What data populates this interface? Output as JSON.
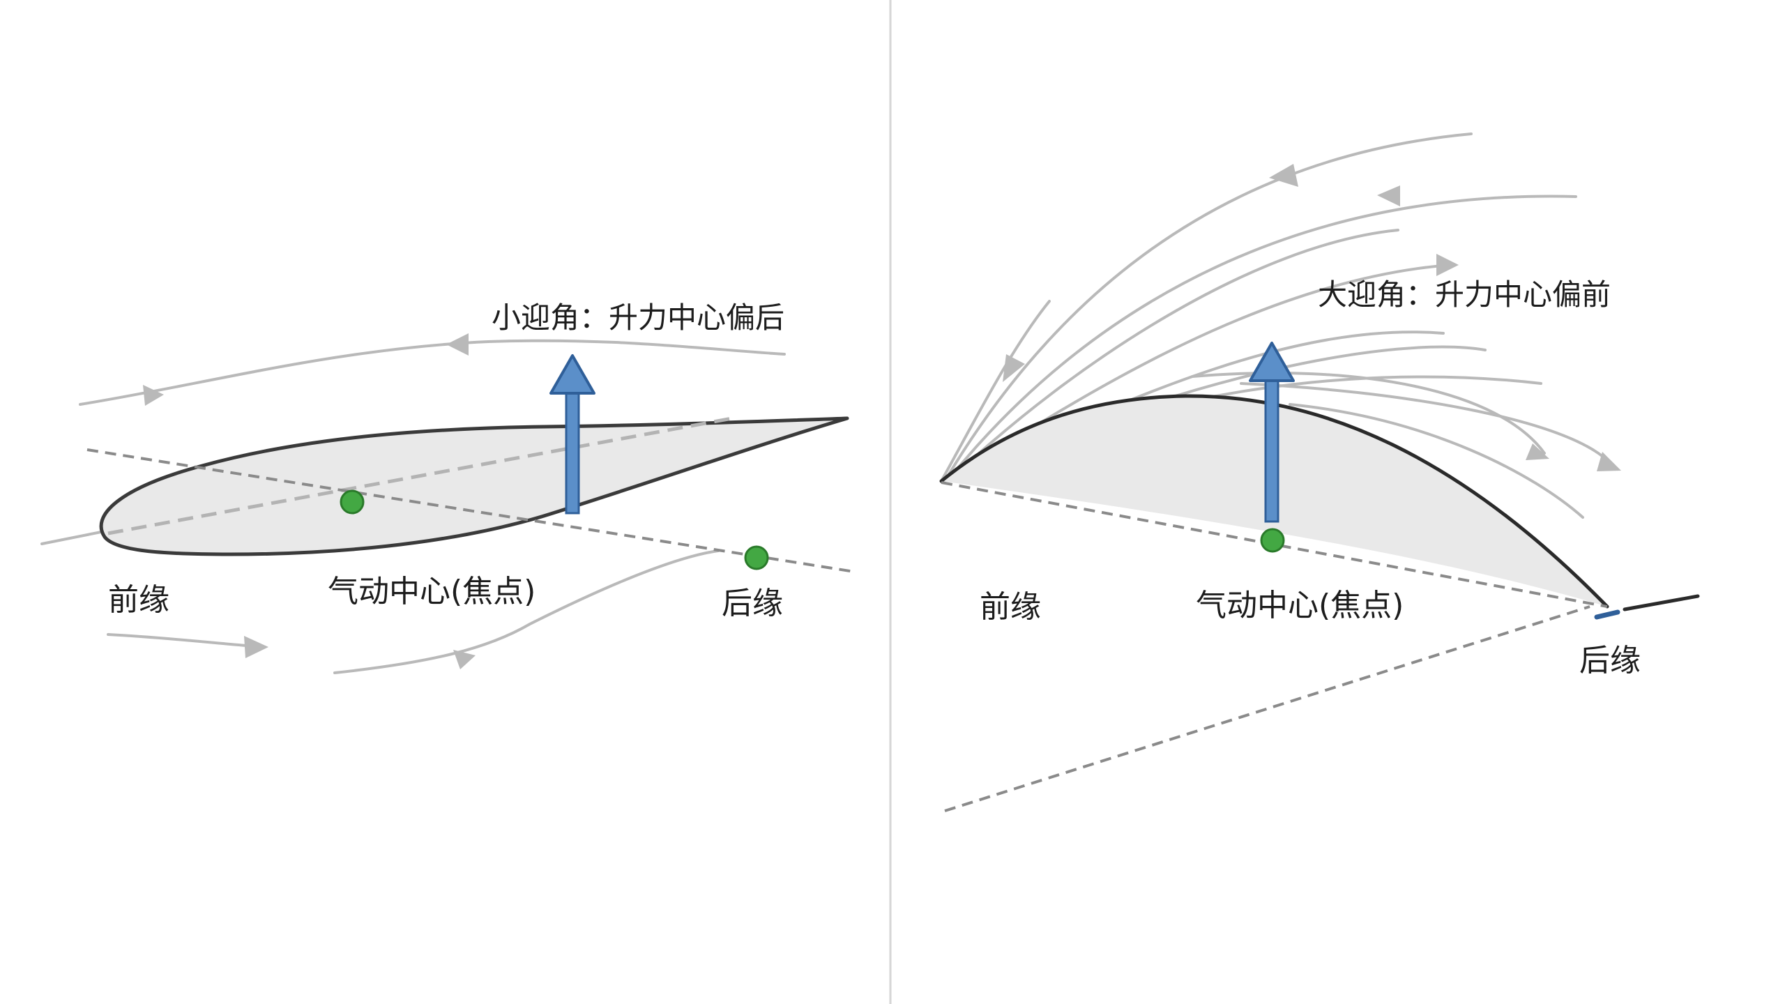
{
  "colors": {
    "background": "#ffffff",
    "divider": "#d6d6d6",
    "airfoil_fill": "#e9e9e9",
    "airfoil_stroke": "#3a3a3a",
    "chord_dash": "#8a8a8a",
    "streamline": "#b9b9b9",
    "lift_arrow": "#5b8fc9",
    "lift_arrow_stroke": "#2f5f99",
    "aero_center": "#43a843",
    "aero_center_stroke": "#2a7a2a"
  },
  "left_panel": {
    "title": "小迎角：升力中心偏后",
    "leading_edge_label": "前缘",
    "aero_center_label": "气动中心(焦点)",
    "trailing_edge_label": "后缘"
  },
  "right_panel": {
    "title": "大迎角：升力中心偏前",
    "leading_edge_label": "前缘",
    "aero_center_label": "气动中心(焦点)",
    "trailing_edge_label": "后缘"
  }
}
